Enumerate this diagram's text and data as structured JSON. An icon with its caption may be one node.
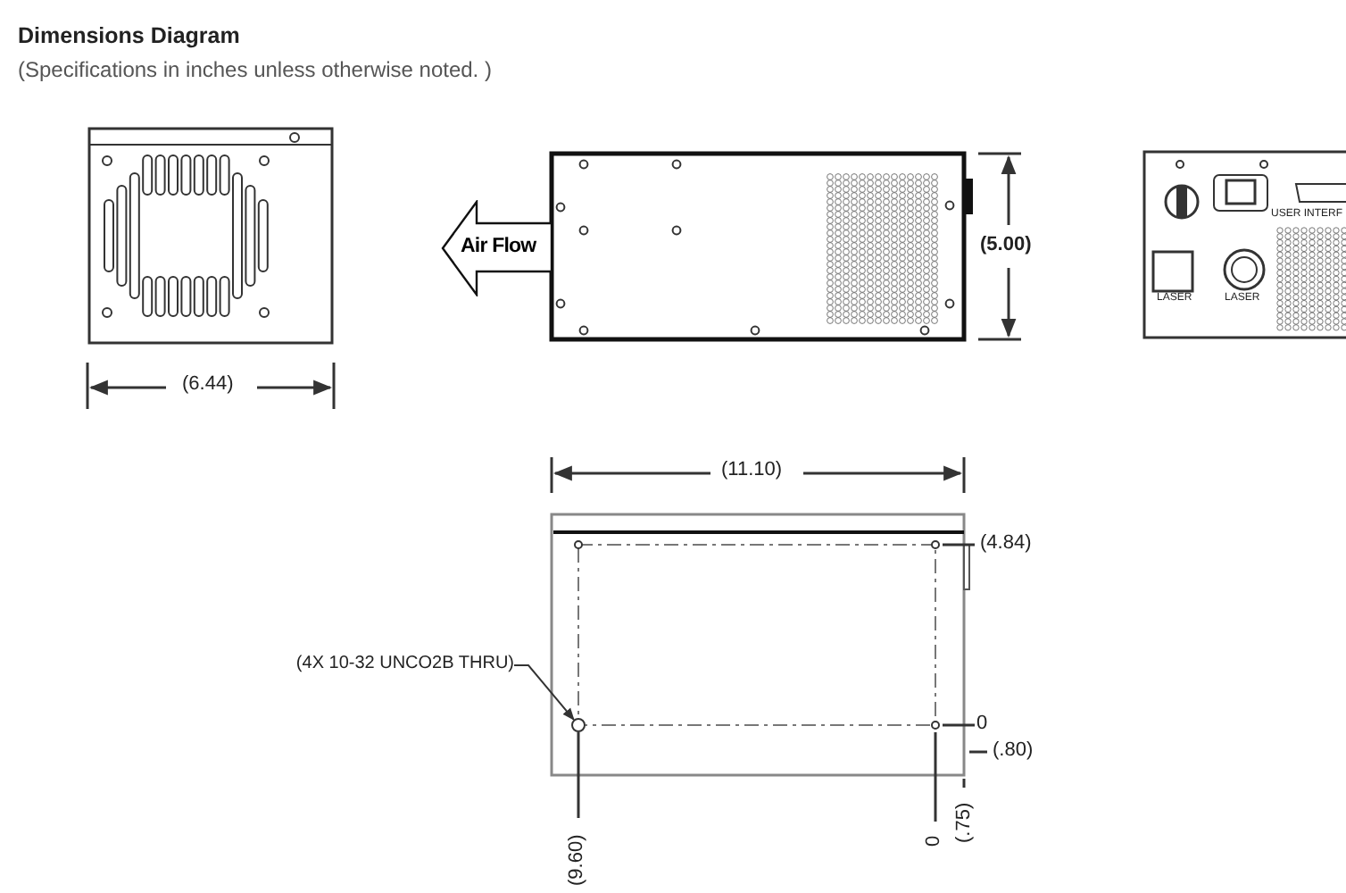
{
  "diagram": {
    "title": "Dimensions Diagram",
    "caption": "(Specifications in inches unless otherwise noted. )",
    "nodes": [
      {
        "text": [
          "Air Flow"
        ]
      },
      {
        "text": [
          "(4X 10-32 UNCO2B THRU)"
        ]
      },
      {
        "text": [],
        "shape": "circle"
      }
    ],
    "edges": [
      {
        "from": 1,
        "to": 2,
        "arrow": "to"
      }
    ],
    "labels": [
      "(6.44)",
      "(5.00)",
      "USER INTERF",
      "LASER",
      "LASER",
      "(11.10)",
      "(4.84)",
      "0",
      "(.80)",
      "(9.60)",
      "0",
      "(.75)"
    ]
  }
}
